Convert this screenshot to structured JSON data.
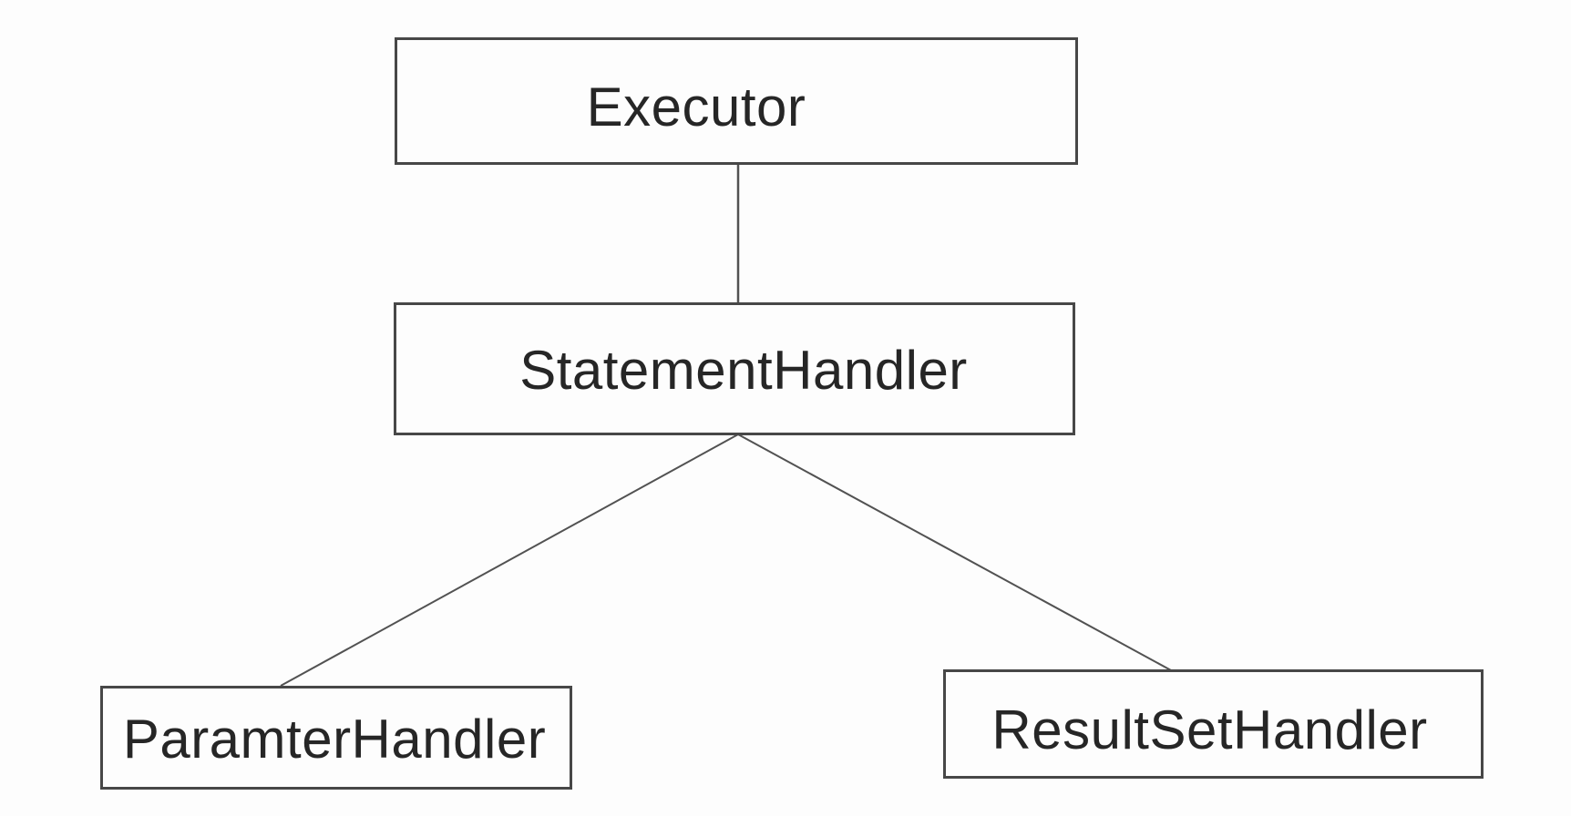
{
  "diagram": {
    "nodes": {
      "executor": {
        "label": "Executor"
      },
      "statement_handler": {
        "label": "StatementHandler"
      },
      "paramter_handler": {
        "label": "ParamterHandler"
      },
      "resultset_handler": {
        "label": "ResultSetHandler"
      }
    },
    "edges": [
      {
        "from": "Executor",
        "to": "StatementHandler"
      },
      {
        "from": "StatementHandler",
        "to": "ParamterHandler"
      },
      {
        "from": "StatementHandler",
        "to": "ResultSetHandler"
      }
    ],
    "colors": {
      "background": "#fdfdfd",
      "box_border": "#474747",
      "line": "#525252",
      "text": "#262626"
    }
  }
}
